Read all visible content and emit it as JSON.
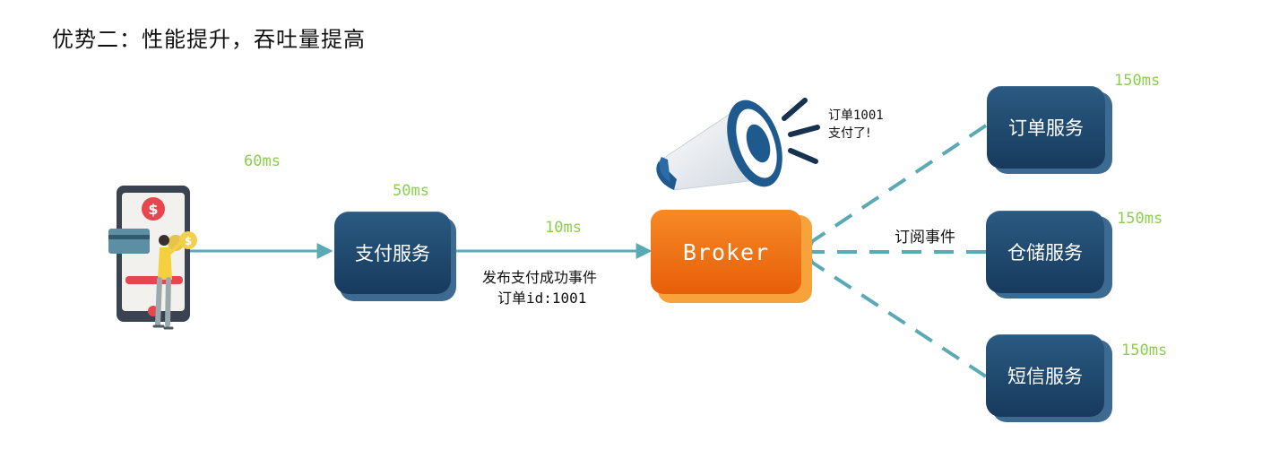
{
  "title": "优势二：性能提升，吞吐量提高",
  "pay_service": {
    "label": "支付服务",
    "time": "50ms"
  },
  "client": {
    "time": "60ms"
  },
  "broker": {
    "label": "Broker"
  },
  "publish": {
    "time": "10ms",
    "line1": "发布支付成功事件",
    "line2": "订单id:1001"
  },
  "announcement": {
    "line1": "订单1001",
    "line2": "支付了!"
  },
  "subscribe_label": "订阅事件",
  "subscribers": [
    {
      "label": "订单服务",
      "time": "150ms"
    },
    {
      "label": "仓储服务",
      "time": "150ms"
    },
    {
      "label": "短信服务",
      "time": "150ms"
    }
  ],
  "colors": {
    "service_box": "#1f4a70",
    "broker": "#f07316",
    "arrow": "#5aaab5",
    "timing_text": "#8ccf4d"
  },
  "icons": [
    "megaphone-icon",
    "phone-payment-illustration"
  ]
}
